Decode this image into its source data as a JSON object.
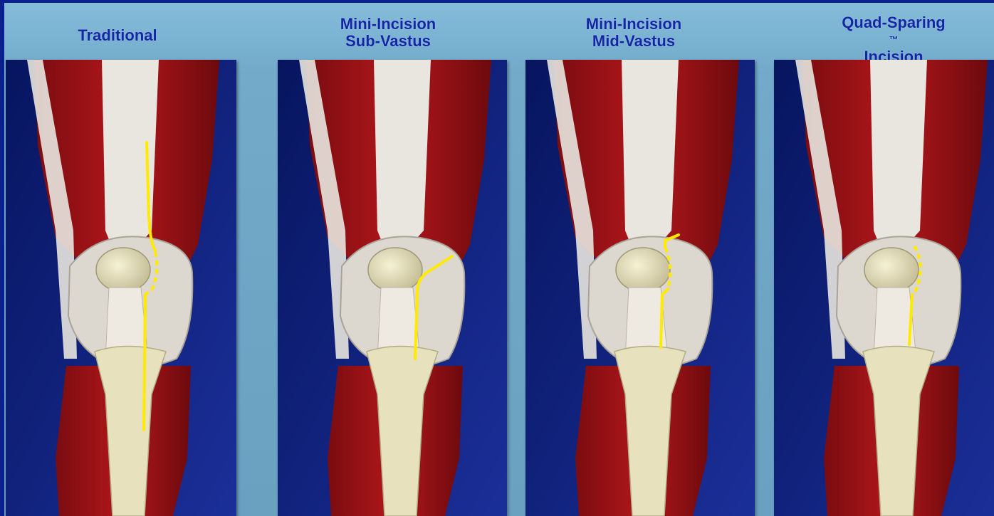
{
  "panels": [
    {
      "title_line1": "Traditional",
      "title_line2": "",
      "incision": "traditional"
    },
    {
      "title_line1": "Mini-Incision",
      "title_line2": "Sub-Vastus",
      "incision": "sub-vastus"
    },
    {
      "title_line1": "Mini-Incision",
      "title_line2": "Mid-Vastus",
      "incision": "mid-vastus"
    },
    {
      "title_line1": "Quad-Sparing",
      "title_line2": "Incision",
      "title_suffix": "™",
      "incision": "quad-sparing"
    }
  ],
  "colors": {
    "background": "#0b1e86",
    "header": "#7ab2d1",
    "title_text": "#1426a6",
    "muscle": "#b3171b",
    "tendon": "#e8e6df",
    "bone": "#e7e1bd",
    "incision": "#ffea00"
  }
}
